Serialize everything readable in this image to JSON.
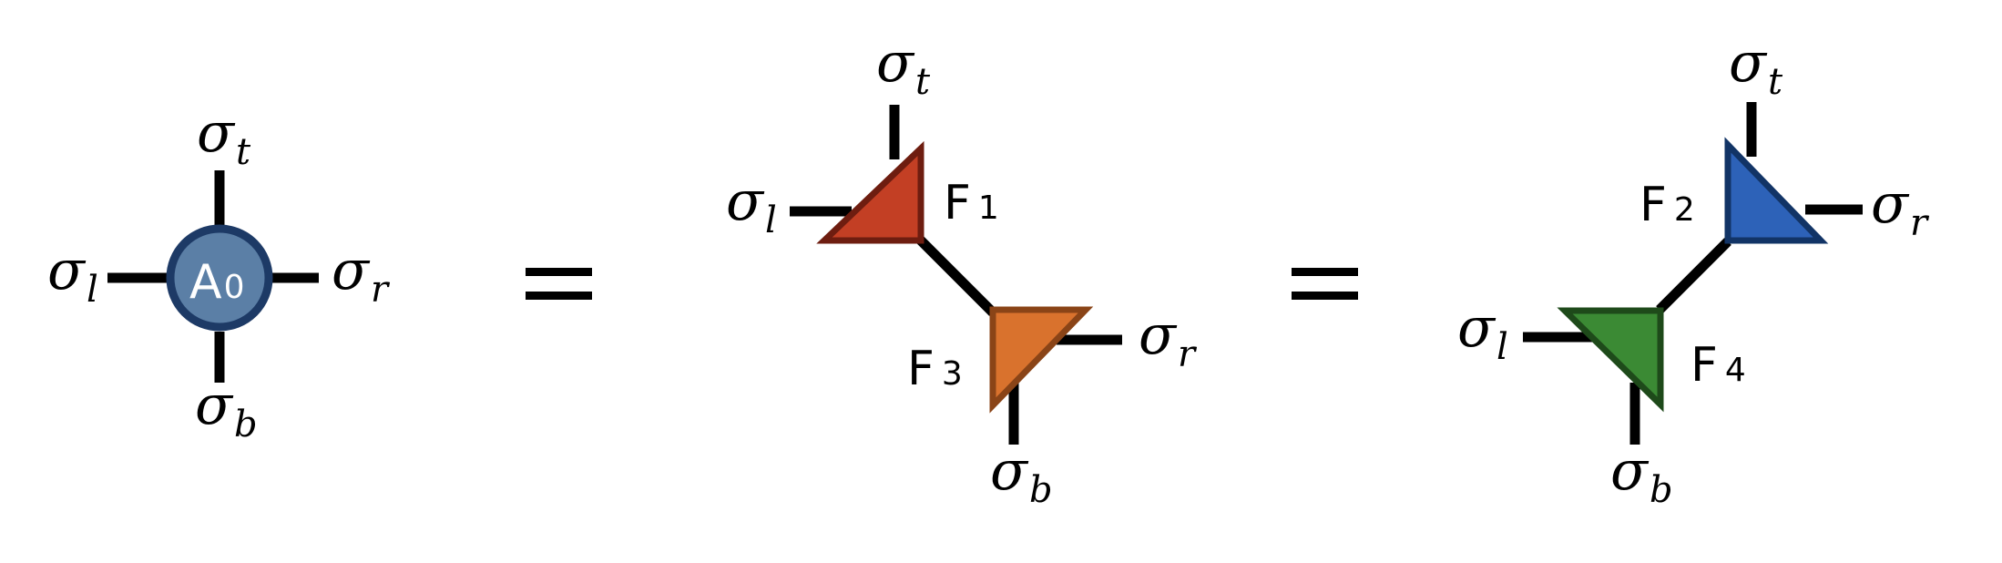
{
  "legs": {
    "top": {
      "base": "σ",
      "sub": "t"
    },
    "left": {
      "base": "σ",
      "sub": "l"
    },
    "right": {
      "base": "σ",
      "sub": "r"
    },
    "bottom": {
      "base": "σ",
      "sub": "b"
    }
  },
  "tensor_a": {
    "label_main": "A",
    "label_sub": "0",
    "fill_color": "#5b7fa6",
    "border_color": "#1d3a66"
  },
  "equals_sign": "=",
  "decomposition_1": {
    "f1": {
      "label": "F",
      "index": "1",
      "fill_color": "#c33f24",
      "border_color": "#6e1d10"
    },
    "f3": {
      "label": "F",
      "index": "3",
      "fill_color": "#d9722d",
      "border_color": "#8a4417"
    }
  },
  "decomposition_2": {
    "f2": {
      "label": "F",
      "index": "2",
      "fill_color": "#2d62b8",
      "border_color": "#123466"
    },
    "f4": {
      "label": "F",
      "index": "4",
      "fill_color": "#3b8a34",
      "border_color": "#1e4a1a"
    }
  }
}
